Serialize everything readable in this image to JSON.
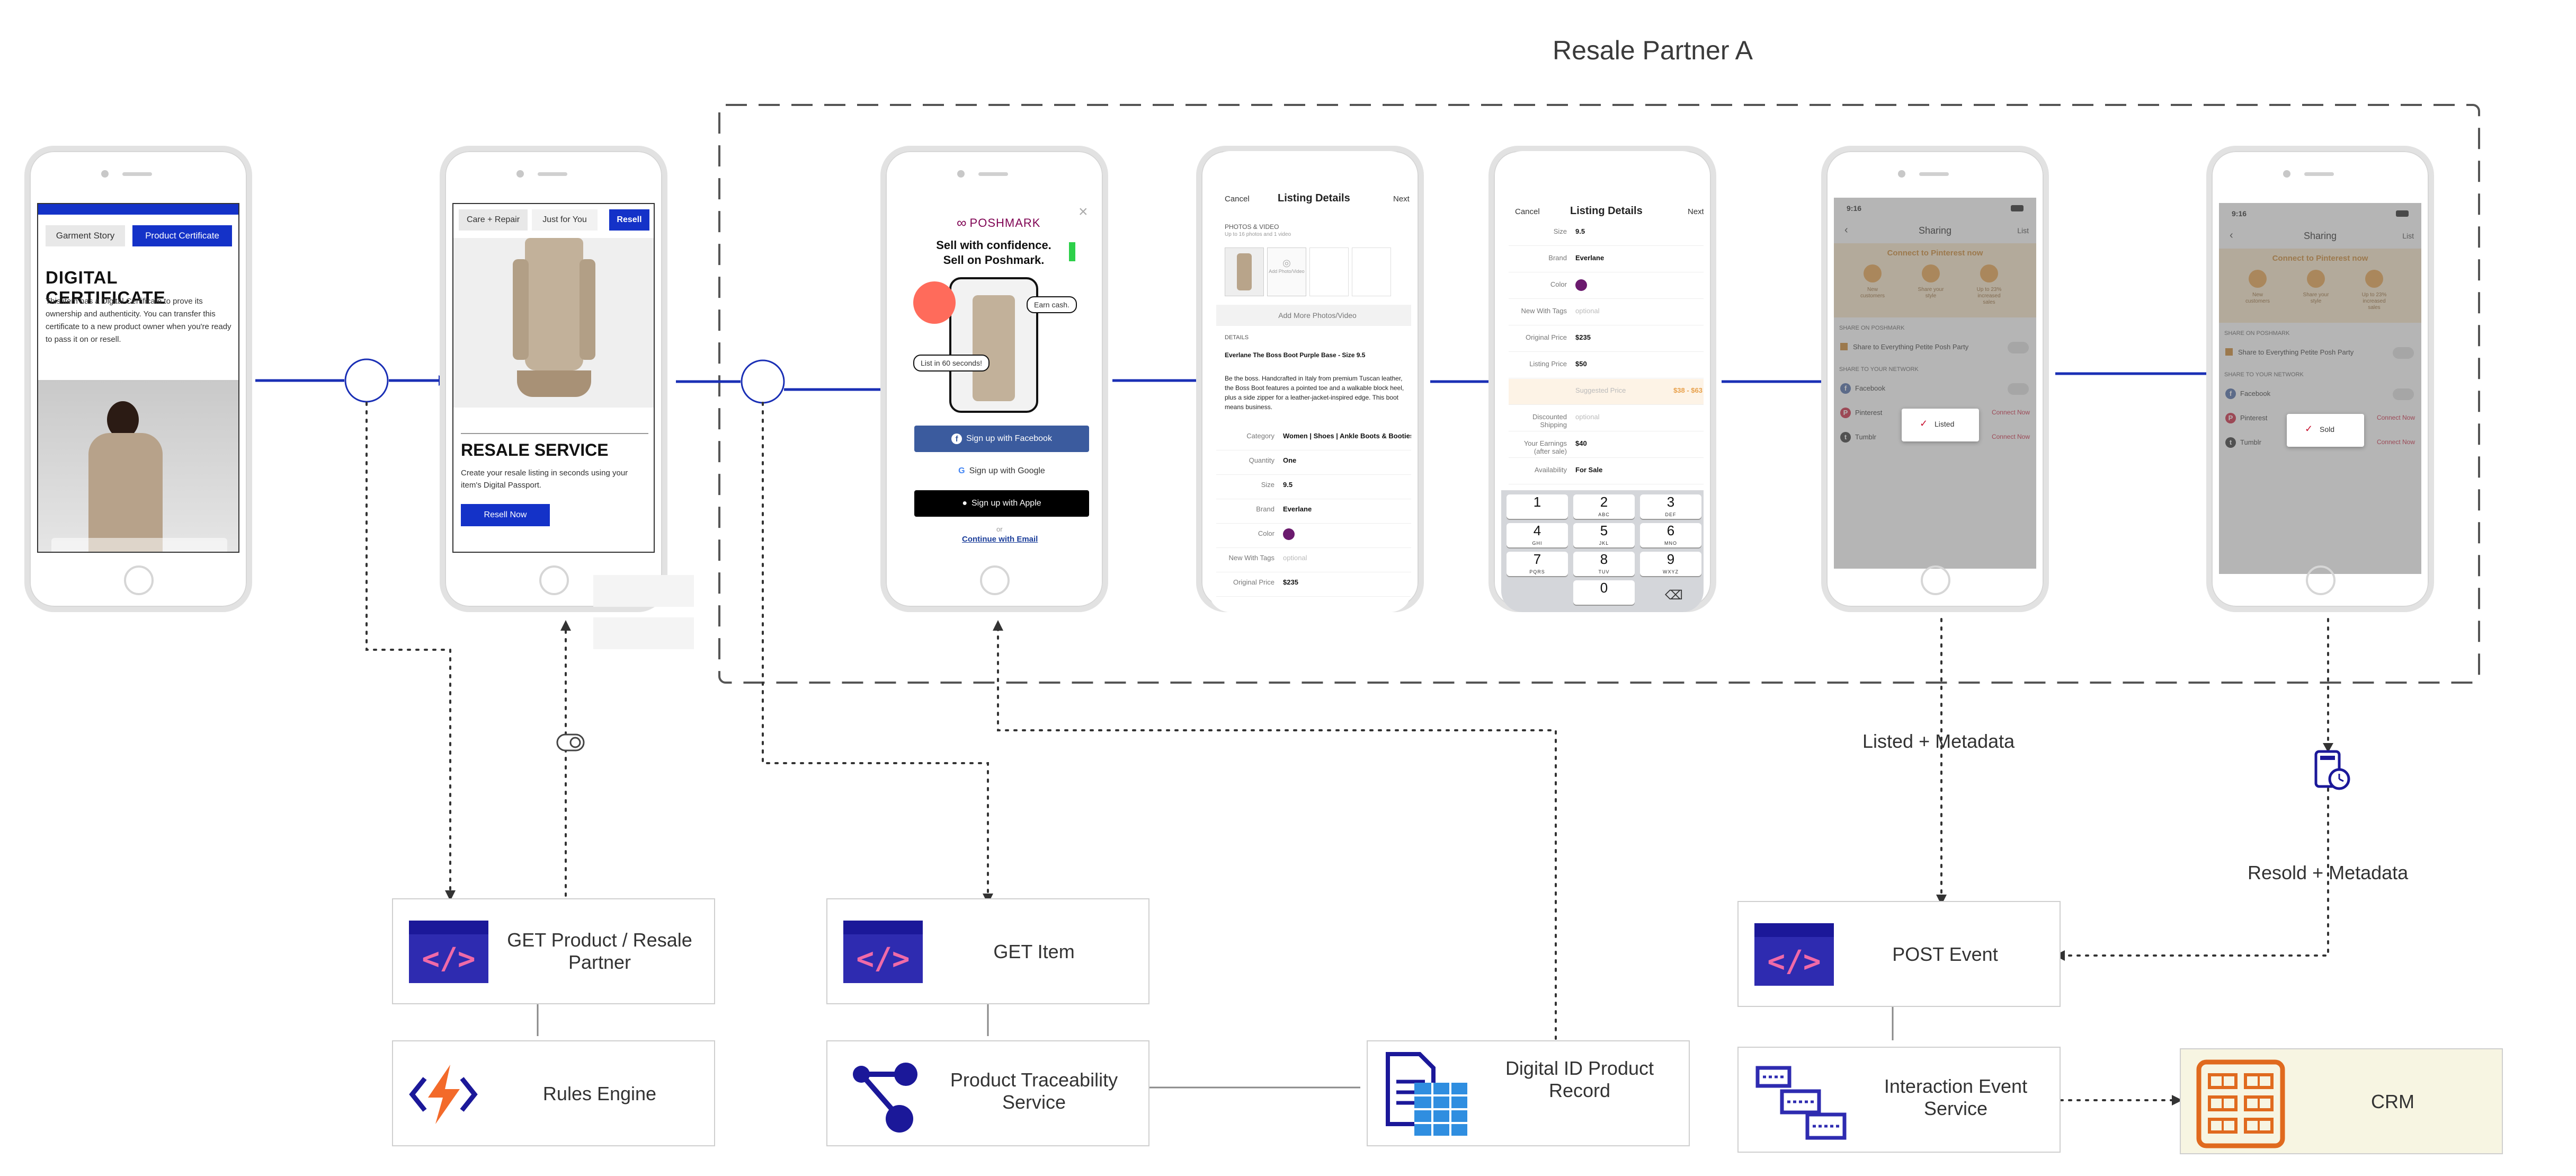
{
  "region_title": "Resale Partner A",
  "colors": {
    "brand_blue": "#1432c8",
    "wire": "#1a2fb5",
    "icon_purple": "#2e2bb0",
    "crm_orange": "#e06a1e",
    "crm_bg": "#f7f5e2",
    "poshmark": "#7f0353"
  },
  "screen1": {
    "tab_story": "Garment Story",
    "tab_cert": "Product Certificate",
    "heading": "DIGITAL CERTIFICATE",
    "body": "This item has a Digital Certificate to prove its ownership and authenticity. You can transfer this certificate to a new product owner when you're ready to pass it on or resell."
  },
  "screen2": {
    "tab_care": "Care + Repair",
    "tab_just": "Just for You",
    "tab_resell": "Resell",
    "heading": "RESALE SERVICE",
    "body": "Create your resale listing in seconds using your item's Digital Passport.",
    "button": "Resell Now"
  },
  "screen3": {
    "brand": "POSHMARK",
    "headline": "Sell with confidence.\nSell on Poshmark.",
    "bubble_earn": "Earn cash.",
    "bubble_list": "List in 60 seconds!",
    "btn_facebook": "Sign up with Facebook",
    "btn_google": "Sign up with Google",
    "btn_apple": "Sign up  with Apple",
    "or": "or",
    "email_link": "Continue with Email"
  },
  "screen4": {
    "cancel": "Cancel",
    "title": "Listing Details",
    "next": "Next",
    "photos_label": "PHOTOS & VIDEO",
    "photos_hint": "Up to 16 photos and 1 video",
    "add_photo": "Add Photo/Video",
    "add_more": "Add More Photos/Video",
    "details_label": "DETAILS",
    "item_title": "Everlane The Boss Boot Purple Base - Size 9.5",
    "item_desc": "Be the boss. Handcrafted in Italy from premium Tuscan leather, the Boss Boot features a pointed toe and a walkable block heel, plus a side zipper for a leather-jacket-inspired edge. This boot means business.",
    "rows": [
      {
        "k": "Category",
        "v": "Women | Shoes | Ankle Boots & Booties"
      },
      {
        "k": "Quantity",
        "v": "One"
      },
      {
        "k": "Size",
        "v": "9.5"
      },
      {
        "k": "Brand",
        "v": "Everlane"
      },
      {
        "k": "Color",
        "v": ""
      },
      {
        "k": "New With Tags",
        "v": "optional"
      },
      {
        "k": "Original Price",
        "v": "$235"
      }
    ]
  },
  "screen5": {
    "cancel": "Cancel",
    "title": "Listing Details",
    "next": "Next",
    "rows": [
      {
        "k": "Size",
        "v": "9.5"
      },
      {
        "k": "Brand",
        "v": "Everlane"
      },
      {
        "k": "Color",
        "v": ""
      },
      {
        "k": "New With Tags",
        "v": "optional"
      },
      {
        "k": "Original Price",
        "v": "$235"
      },
      {
        "k": "Listing Price",
        "v": "$50"
      },
      {
        "k": "",
        "v": "Suggested Price"
      },
      {
        "k": "Discounted Shipping",
        "v": "optional"
      },
      {
        "k": "Your Earnings (after sale)",
        "v": "$40"
      },
      {
        "k": "Availability",
        "v": "For Sale"
      }
    ],
    "suggested_range": "$38 - $63",
    "keys": [
      {
        "d": "1",
        "l": ""
      },
      {
        "d": "2",
        "l": "ABC"
      },
      {
        "d": "3",
        "l": "DEF"
      },
      {
        "d": "4",
        "l": "GHI"
      },
      {
        "d": "5",
        "l": "JKL"
      },
      {
        "d": "6",
        "l": "MNO"
      },
      {
        "d": "7",
        "l": "PQRS"
      },
      {
        "d": "8",
        "l": "TUV"
      },
      {
        "d": "9",
        "l": "WXYZ"
      },
      {
        "d": "0",
        "l": ""
      }
    ]
  },
  "screen6": {
    "time": "9:16",
    "title": "Sharing",
    "list": "List",
    "pinterest_banner": "Connect to Pinterest now",
    "benefits": [
      "New customers",
      "Share your style",
      "Up to 23% increased sales"
    ],
    "share_poshmark": "SHARE ON POSHMARK",
    "share_party": "Share to Everything Petite Posh Party",
    "share_network": "SHARE TO YOUR NETWORK",
    "networks": [
      "Facebook",
      "Pinterest",
      "Tumblr"
    ],
    "connect": "Connect Now",
    "toast": "Listed"
  },
  "screen7": {
    "time": "9:16",
    "title": "Sharing",
    "list": "List",
    "pinterest_banner": "Connect to Pinterest now",
    "benefits": [
      "New customers",
      "Share your style",
      "Up to 23% increased sales"
    ],
    "share_poshmark": "SHARE ON POSHMARK",
    "share_party": "Share to Everything Petite Posh Party",
    "share_network": "SHARE TO YOUR NETWORK",
    "networks": [
      "Facebook",
      "Pinterest",
      "Tumblr"
    ],
    "connect": "Connect Now",
    "toast": "Sold"
  },
  "services": {
    "get_product": "GET Product / Resale Partner",
    "rules_engine": "Rules Engine",
    "get_item": "GET Item",
    "traceability": "Product Traceability Service",
    "digital_id": "Digital ID Product Record",
    "post_event": "POST Event",
    "interaction": "Interaction Event Service",
    "crm": "CRM"
  },
  "edges": {
    "listed": "Listed + Metadata",
    "resold": "Resold + Metadata"
  }
}
